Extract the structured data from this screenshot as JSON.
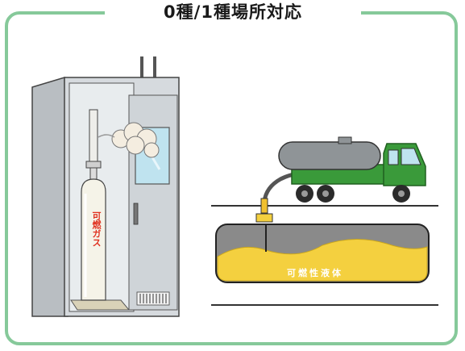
{
  "header": {
    "title": "0種/1種場所対応"
  },
  "cabinet": {
    "gas_label": "可燃ガス"
  },
  "tank": {
    "liquid_label": "可燃性液体"
  },
  "colors": {
    "frame": "#86c99a",
    "truck_cab": "#3a9a3a",
    "liquid": "#f4d03f",
    "tank_body": "#8a8a8a"
  }
}
